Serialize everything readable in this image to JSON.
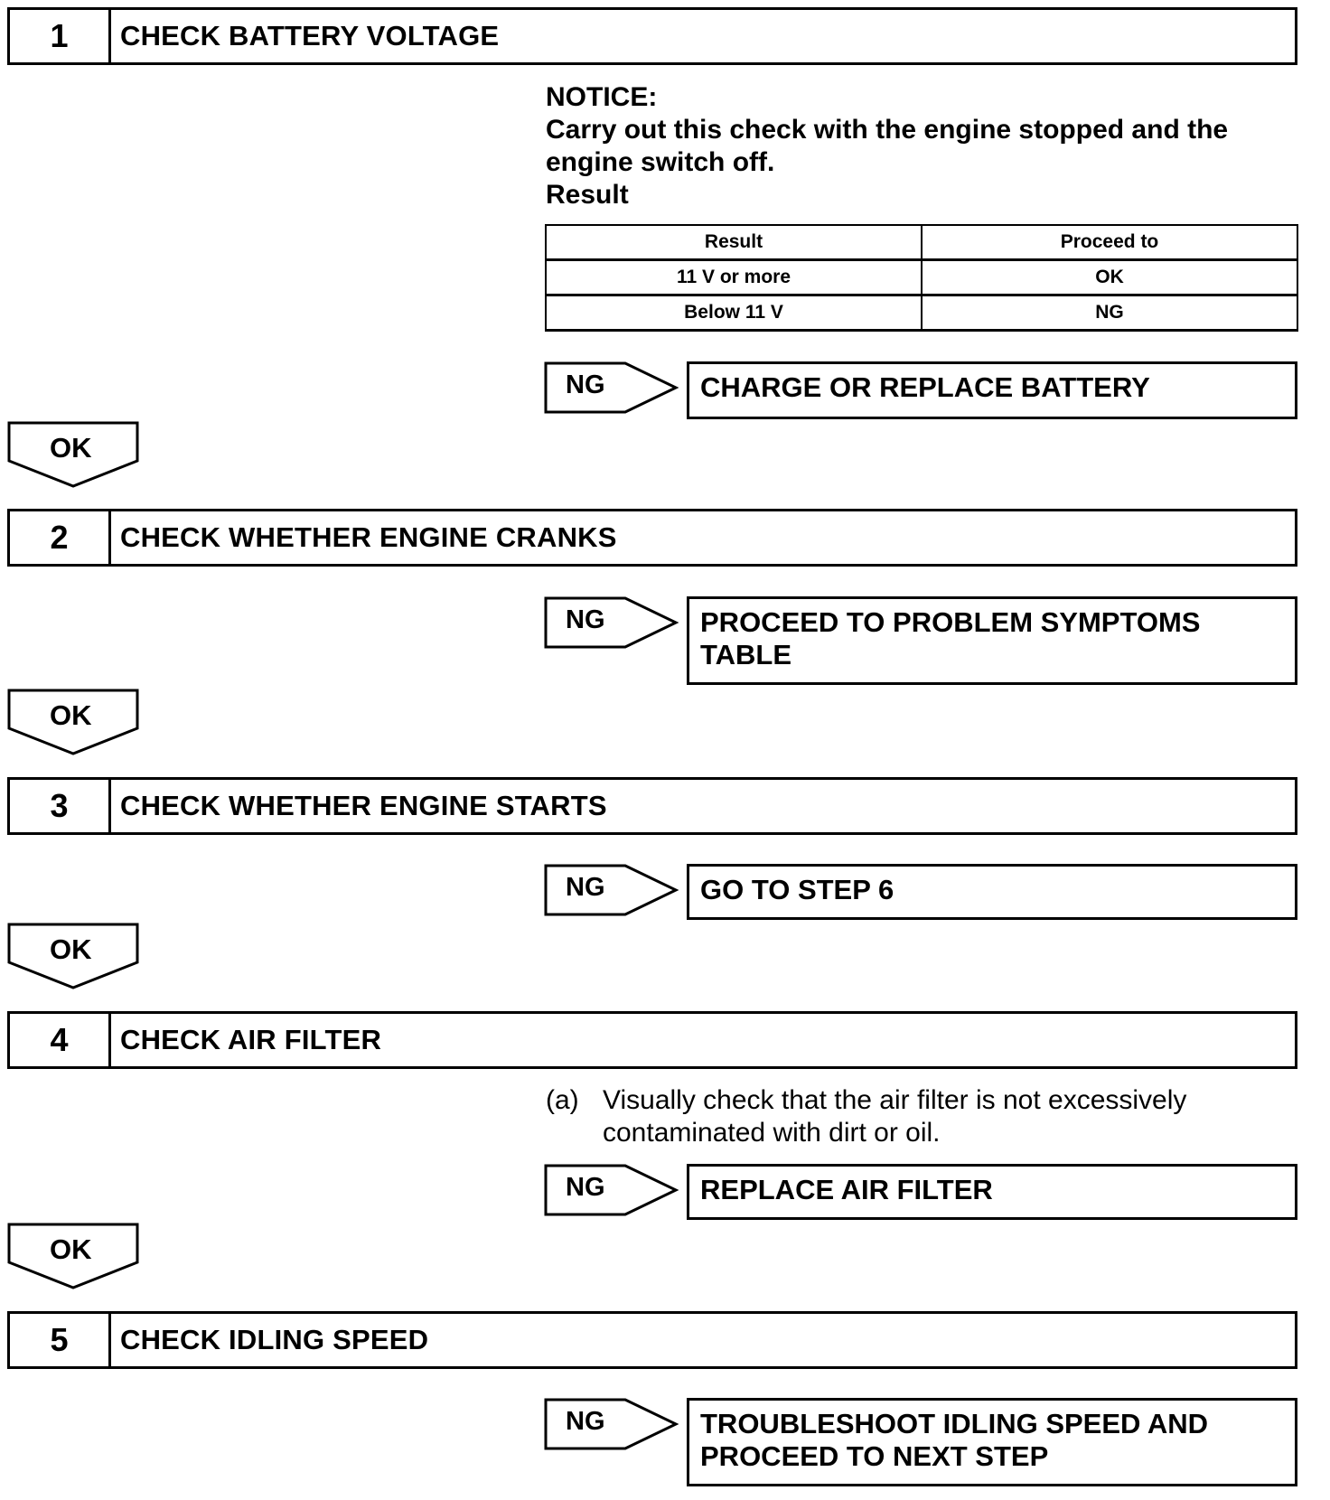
{
  "steps": [
    {
      "num": "1",
      "title": "CHECK BATTERY VOLTAGE"
    },
    {
      "num": "2",
      "title": "CHECK WHETHER ENGINE CRANKS"
    },
    {
      "num": "3",
      "title": "CHECK WHETHER ENGINE STARTS"
    },
    {
      "num": "4",
      "title": "CHECK AIR FILTER"
    },
    {
      "num": "5",
      "title": "CHECK IDLING SPEED"
    }
  ],
  "notice": {
    "heading": "NOTICE:",
    "text": "Carry out this check with the engine stopped and the engine switch off.",
    "result_label": "Result"
  },
  "result_table": {
    "headers": [
      "Result",
      "Proceed to"
    ],
    "rows": [
      [
        "11 V or more",
        "OK"
      ],
      [
        "Below 11 V",
        "NG"
      ]
    ]
  },
  "sub_item": {
    "label": "(a)",
    "text": "Visually check that the air filter is not excessively contaminated with dirt or oil."
  },
  "ng_label": "NG",
  "ok_label": "OK",
  "actions": [
    "CHARGE OR REPLACE BATTERY",
    "PROCEED TO PROBLEM SYMPTOMS TABLE",
    "GO TO STEP 6",
    "REPLACE AIR FILTER",
    "TROUBLESHOOT IDLING SPEED AND PROCEED TO NEXT STEP"
  ]
}
